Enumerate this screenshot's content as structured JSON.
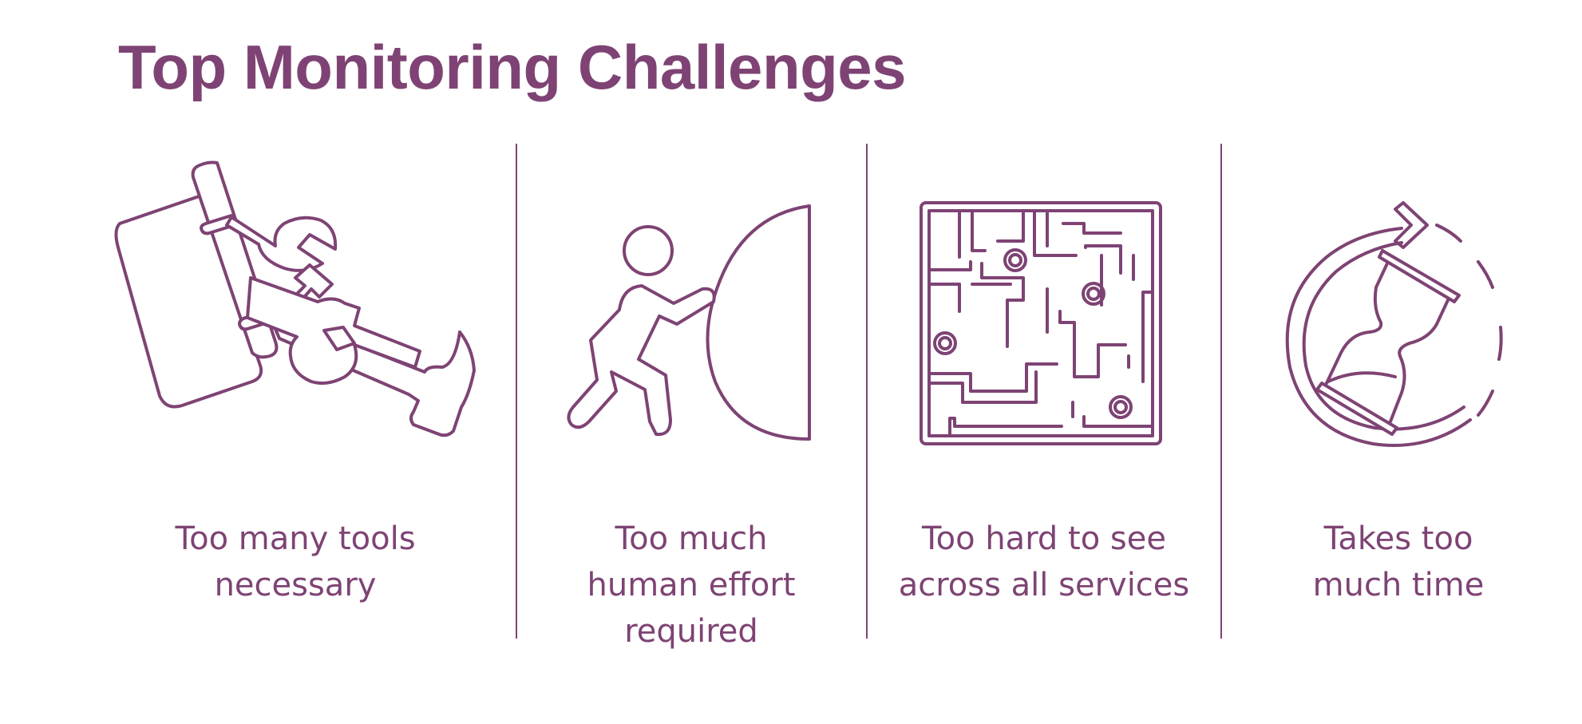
{
  "title": "Top Monitoring Challenges",
  "colors": {
    "accent": "#7e4374",
    "background": "#ffffff"
  },
  "challenges": [
    {
      "icon": "toolbox-tools-icon",
      "caption": "Too many tools\nnecessary"
    },
    {
      "icon": "person-pushing-boulder-icon",
      "caption": "Too much\nhuman effort\nrequired"
    },
    {
      "icon": "maze-icon",
      "caption": "Too hard to see\nacross all services"
    },
    {
      "icon": "hourglass-refresh-icon",
      "caption": "Takes too\nmuch time"
    }
  ]
}
